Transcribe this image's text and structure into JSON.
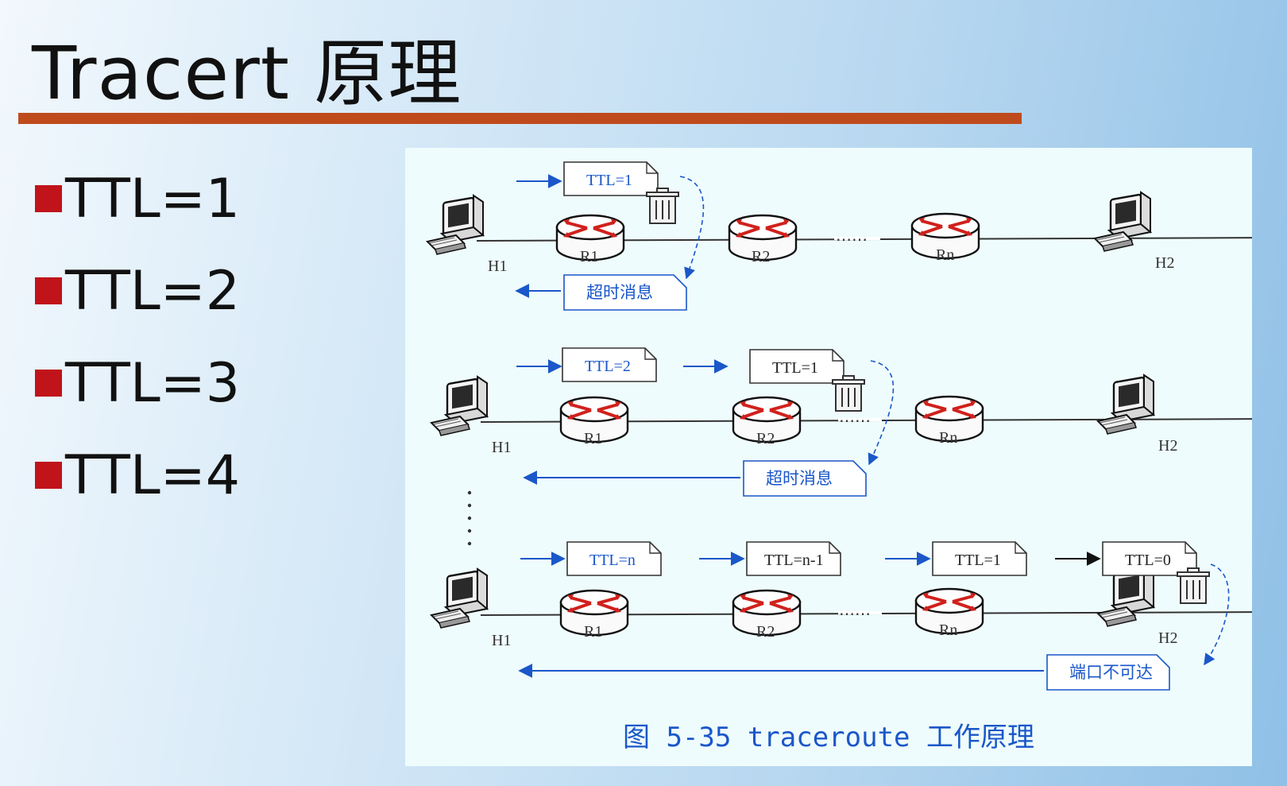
{
  "slide": {
    "title": "Tracert 原理"
  },
  "bullets": [
    "TTL=1",
    "TTL=2",
    "TTL=3",
    "TTL=4"
  ],
  "figure": {
    "caption": "图 5-35 traceroute 工作原理",
    "rows": [
      {
        "hosts": [
          "H1",
          "H2"
        ],
        "routers": [
          "R1",
          "R2",
          "Rn"
        ],
        "packets": [
          "TTL=1"
        ],
        "reply": "超时消息"
      },
      {
        "hosts": [
          "H1",
          "H2"
        ],
        "routers": [
          "R1",
          "R2",
          "Rn"
        ],
        "packets": [
          "TTL=2",
          "TTL=1"
        ],
        "reply": "超时消息"
      },
      {
        "hosts": [
          "H1",
          "H2"
        ],
        "routers": [
          "R1",
          "R2",
          "Rn"
        ],
        "packets": [
          "TTL=n",
          "TTL=n-1",
          "TTL=1",
          "TTL=0"
        ],
        "reply": "端口不可达"
      }
    ],
    "ellipsis": "……",
    "colors": {
      "accent_rule": "#bf4b1d",
      "bullet": "#c0131a",
      "diagram_blue": "#1a57c9",
      "router_red": "#d0211c"
    }
  }
}
